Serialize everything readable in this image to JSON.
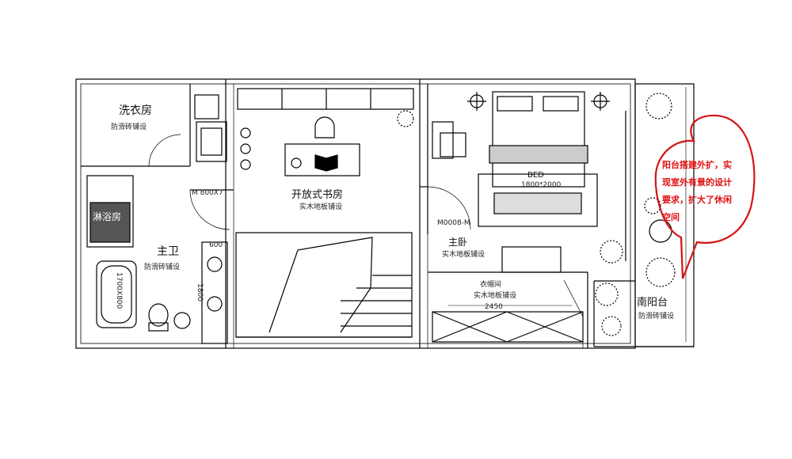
{
  "rooms": {
    "laundry": {
      "name": "洗衣房",
      "finish": "防滑砖铺设"
    },
    "shower": {
      "name": "淋浴房"
    },
    "bath": {
      "name": "主卫",
      "finish": "防滑砖铺设"
    },
    "study": {
      "name": "开放式书房",
      "finish": "实木地板铺设"
    },
    "master": {
      "name": "主卧",
      "finish": "实木地板铺设"
    },
    "closet": {
      "name": "衣帽间",
      "finish": "实木地板铺设"
    },
    "balcony": {
      "name": "南阳台",
      "finish": "防滑砖铺设"
    }
  },
  "bed": {
    "label": "BED",
    "size": "1800*2000"
  },
  "dims": {
    "bathtub": "1700X800",
    "door_bath": "M 800X7",
    "door_master": "M0008-M",
    "basin_width": "600",
    "counter_len": "1800",
    "closet_len": "2450"
  },
  "annotation": {
    "lines": [
      "阳台搭建外扩，实",
      "现室外有景的设计",
      "要求，扩大了休闲",
      "空间"
    ],
    "color": "#e01010"
  }
}
